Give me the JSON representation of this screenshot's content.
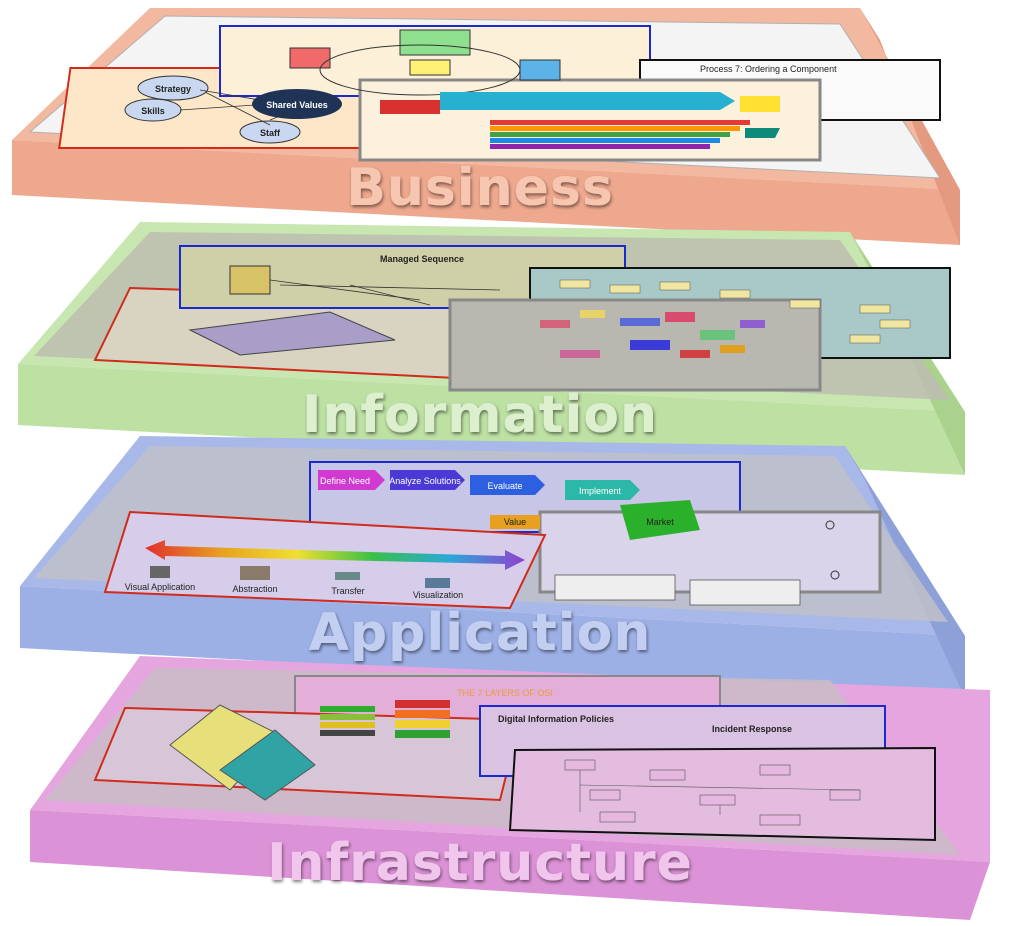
{
  "diagram": {
    "layers": [
      {
        "id": "business",
        "label": "Business",
        "color": "#f2b8a0",
        "side": "#e9a58a",
        "label_color": "#f7c9b6"
      },
      {
        "id": "information",
        "label": "Information",
        "color": "#c7e6b0",
        "side": "#b3dc97",
        "label_color": "#dcefcf"
      },
      {
        "id": "application",
        "label": "Application",
        "color": "#a8b8e8",
        "side": "#93a6e0",
        "label_color": "#c3cff0"
      },
      {
        "id": "infrastructure",
        "label": "Infrastructure",
        "color": "#e5a6e0",
        "side": "#dc90d6",
        "label_color": "#f0c6ed"
      }
    ],
    "business_details": {
      "nodes": [
        "Strategy",
        "Skills",
        "Shared Values",
        "Staff"
      ],
      "process_title": "Process 7: Ordering a Component"
    },
    "information_details": {
      "header": "Managed Sequence"
    },
    "application_details": {
      "flow": [
        "Define Need",
        "Analyze Solutions",
        "Evaluate",
        "Implement"
      ],
      "end_label": "Market",
      "value_label": "Value",
      "items": [
        "Visual Application",
        "Abstraction",
        "Transfer",
        "Visualization"
      ]
    },
    "infrastructure_details": {
      "title": "THE 7 LAYERS OF OSI",
      "panels": [
        "Digital Information Policies",
        "Incident Response"
      ]
    }
  }
}
